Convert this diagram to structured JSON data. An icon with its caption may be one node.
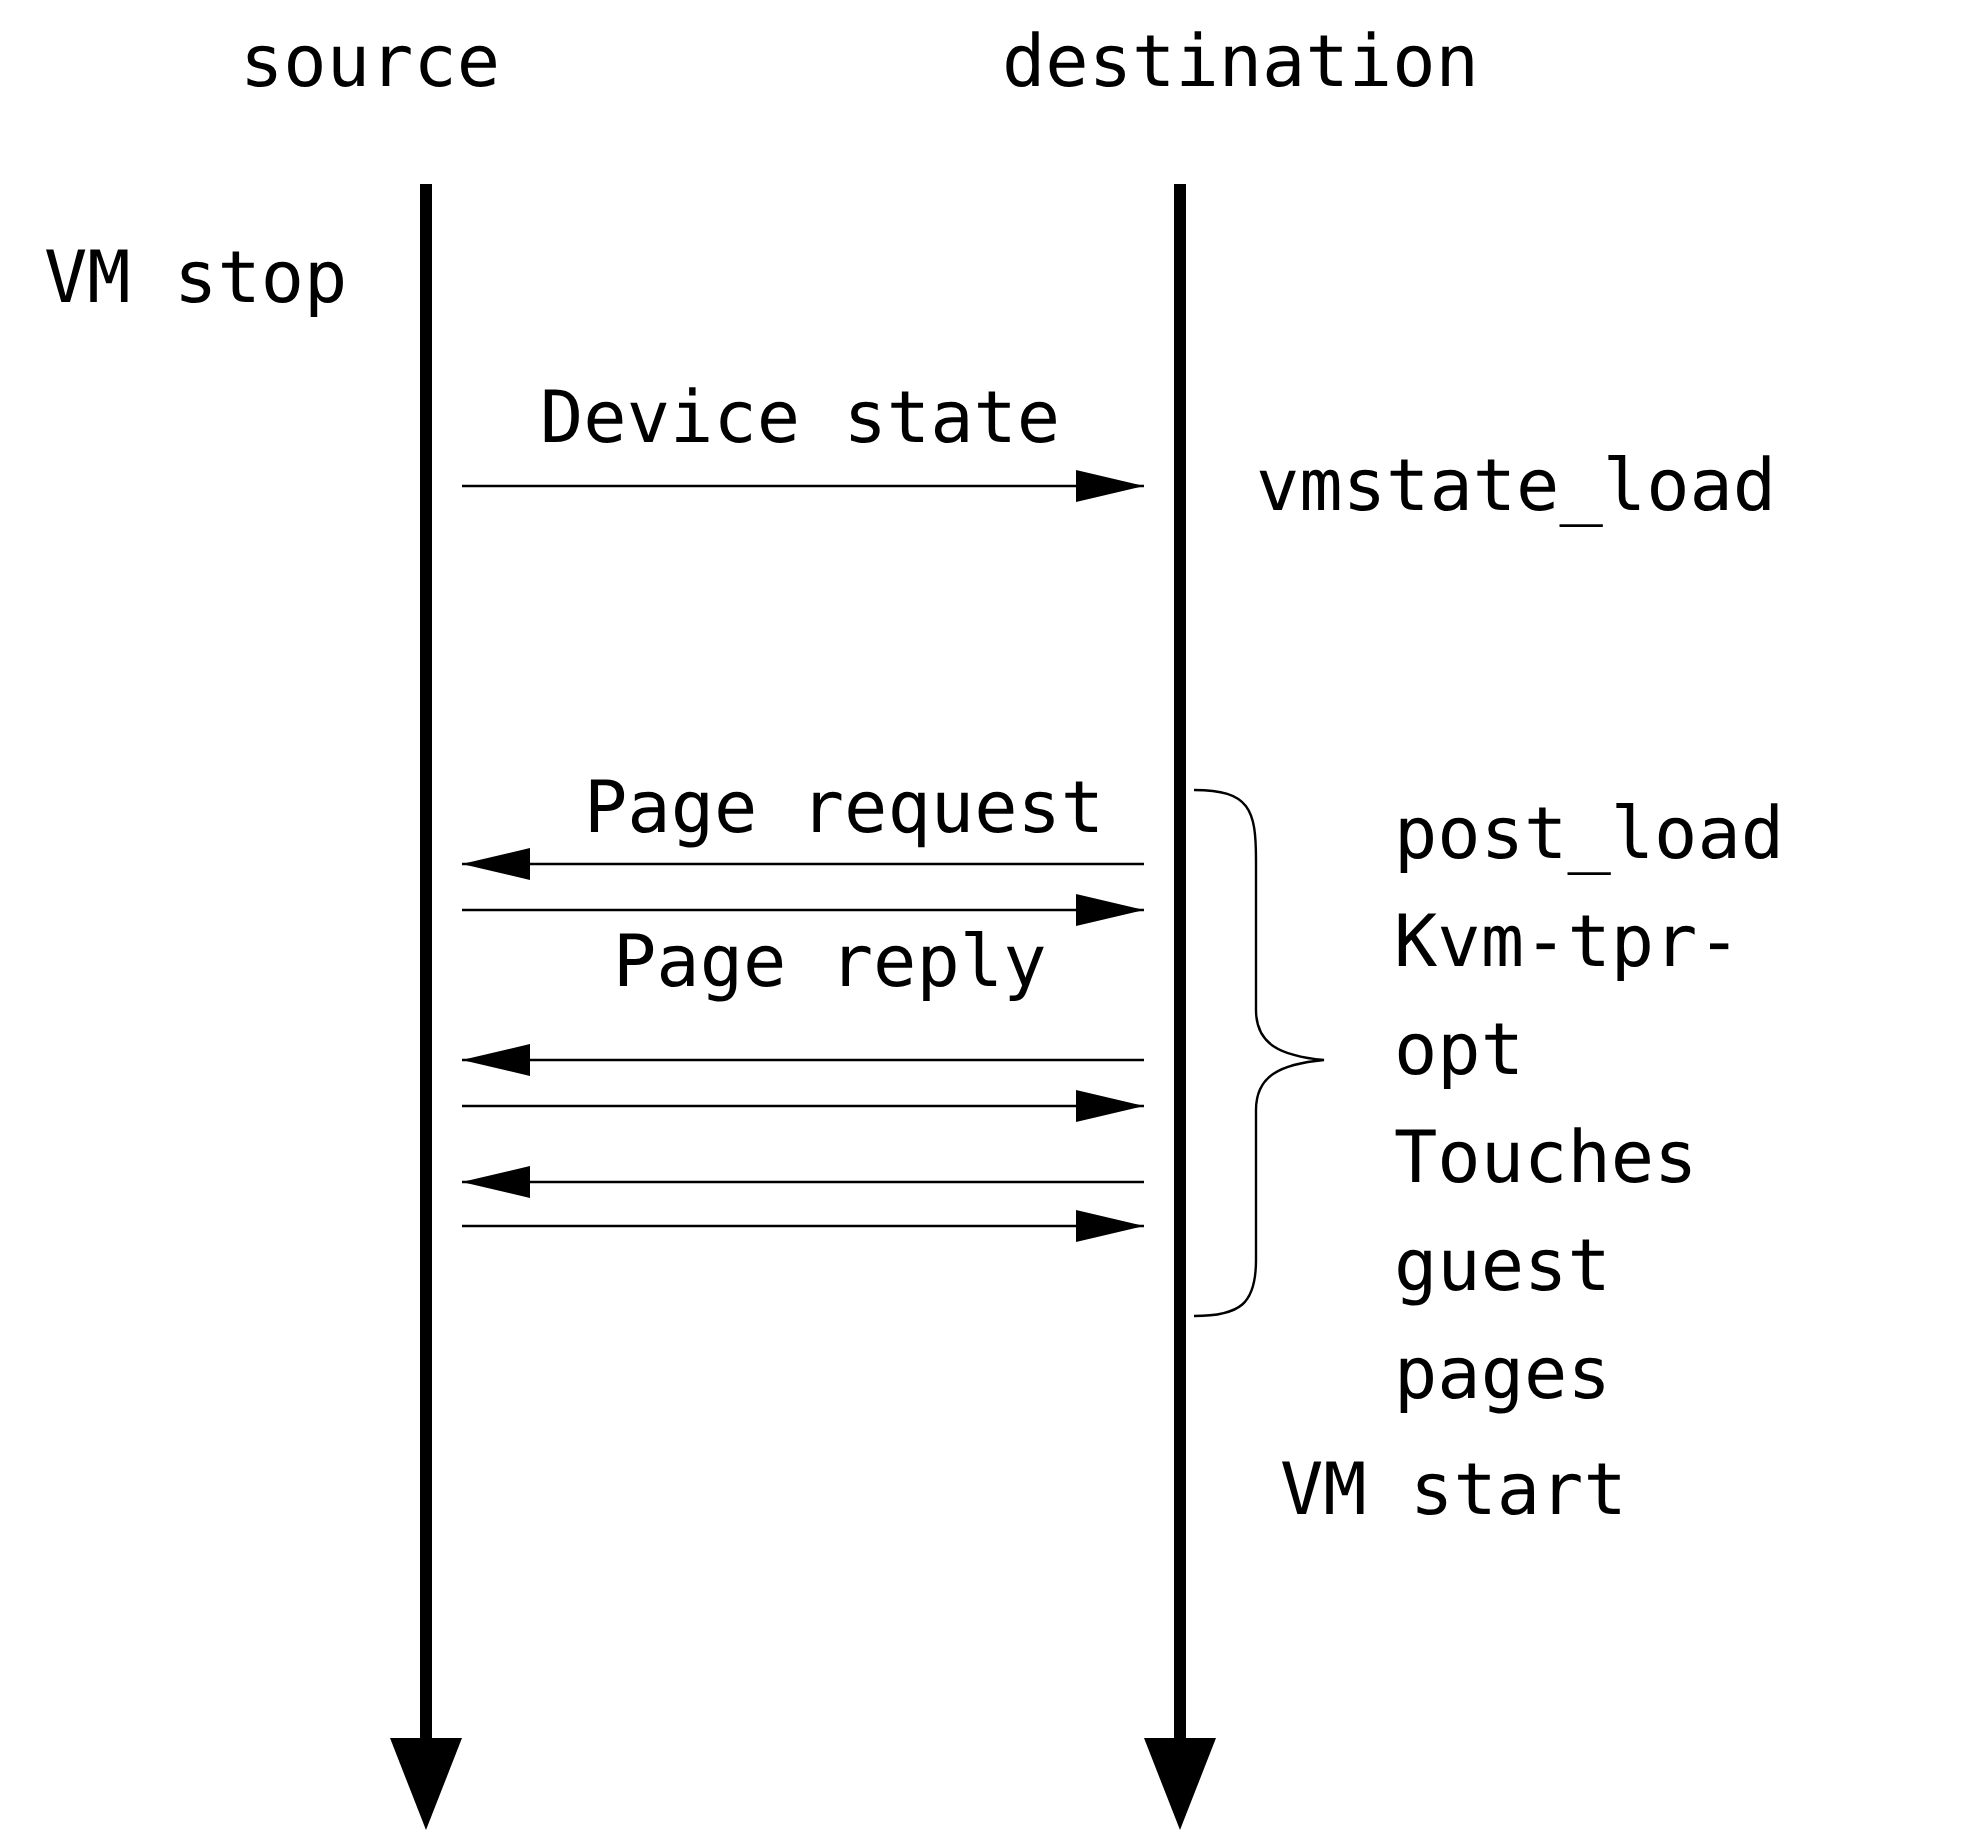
{
  "diagram": {
    "nodes": [
      {
        "text": [
          "source"
        ]
      },
      {
        "text": [
          "destination"
        ]
      }
    ],
    "edges": [
      {
        "from": 0,
        "to": 1,
        "arrow": "to",
        "label": "Device state"
      },
      {
        "from": 1,
        "to": 0,
        "arrow": "to",
        "label": "Page request"
      },
      {
        "from": 0,
        "to": 1,
        "arrow": "to",
        "label": "Page reply"
      },
      {
        "from": 1,
        "to": 0,
        "arrow": "to"
      },
      {
        "from": 0,
        "to": 1,
        "arrow": "to"
      },
      {
        "from": 1,
        "to": 0,
        "arrow": "to"
      },
      {
        "from": 0,
        "to": 1,
        "arrow": "to"
      }
    ],
    "labels": [
      "VM stop",
      "vmstate_load",
      "post_load Kvm-tpr-opt Touches guest pages",
      "VM start"
    ]
  }
}
